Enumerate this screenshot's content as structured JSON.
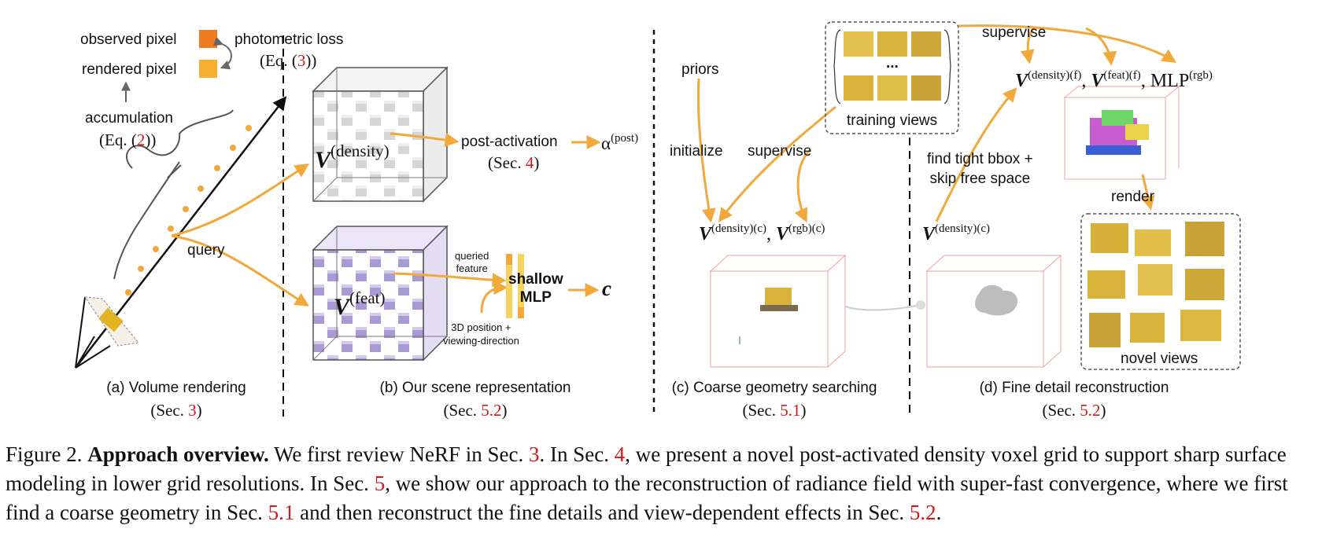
{
  "panel_a": {
    "observed_pixel": "observed pixel",
    "rendered_pixel": "rendered pixel",
    "photometric_loss": "photometric loss",
    "photometric_eq_pre": "(Eq. (",
    "photometric_eq_num": "3",
    "photometric_eq_post": "))",
    "accumulation": "accumulation",
    "accumulation_eq_pre": "(Eq. (",
    "accumulation_eq_num": "2",
    "accumulation_eq_post": "))",
    "query": "query",
    "title": "(a) Volume rendering",
    "sec_pre": "(Sec. ",
    "sec_num": "3",
    "sec_post": ")"
  },
  "panel_b": {
    "v_density": "V",
    "v_density_sup": "(density)",
    "v_feat": "V",
    "v_feat_sup": "(feat)",
    "post_activation": "post-activation",
    "post_sec_pre": "(Sec. ",
    "post_sec_num": "4",
    "post_sec_post": ")",
    "alpha": "α",
    "alpha_sup": "(post)",
    "queried_feature_1": "queried",
    "queried_feature_2": "feature",
    "shallow": "shallow",
    "mlp": "MLP",
    "c": "c",
    "position_1": "3D position +",
    "position_2": "viewing-direction",
    "title": "(b) Our scene representation",
    "sec_pre": "(Sec. ",
    "sec_num": "5.2",
    "sec_post": ")"
  },
  "panel_c": {
    "priors": "priors",
    "initialize": "initialize",
    "supervise": "supervise",
    "training_views": "training views",
    "ellipsis": "...",
    "v1": "V",
    "v1_sup": "(density)(c)",
    "comma": ",",
    "v2": "V",
    "v2_sup": "(rgb)(c)",
    "title": "(c) Coarse geometry searching",
    "sec_pre": "(Sec. ",
    "sec_num": "5.1",
    "sec_post": ")"
  },
  "panel_d": {
    "supervise": "supervise",
    "vf1": "V",
    "vf1_sup": "(density)(f)",
    "vf2": "V",
    "vf2_sup": "(feat)(f)",
    "mlp": "MLP",
    "mlp_sup": "(rgb)",
    "find_1": "find tight bbox +",
    "find_2": "skip free space",
    "vc": "V",
    "vc_sup": "(density)(c)",
    "render": "render",
    "novel_views": "novel views",
    "title": "(d) Fine detail reconstruction",
    "sec_pre": "(Sec. ",
    "sec_num": "5.2",
    "sec_post": ")"
  },
  "caption": {
    "figure": "Figure 2.",
    "bold": "Approach overview.",
    "t1": " We first review NeRF in Sec. ",
    "r1": "3",
    "t2": ". In Sec. ",
    "r2": "4",
    "t3": ", we present a novel post-activated density voxel grid to support sharp surface modeling in lower grid resolutions. In Sec. ",
    "r3": "5",
    "t4": ", we show our approach to the reconstruction of radiance field with super-fast convergence, where we first find a coarse geometry in Sec. ",
    "r4": "5.1",
    "t5": " and then reconstruct the fine details and view-dependent effects in Sec. ",
    "r5": "5.2",
    "t6": "."
  },
  "colors": {
    "arrow_orange": "#f0a93a",
    "observed_pixel": "#f07c22",
    "rendered_pixel": "#f6ae30",
    "density_cube": "#d8d8d8",
    "feat_cube": "#a99ad4",
    "reference_red": "#d11a1a"
  }
}
